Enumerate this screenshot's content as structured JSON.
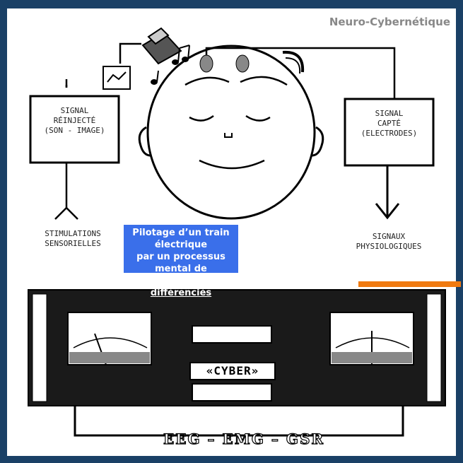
{
  "header": {
    "title": "Neuro-Cybernétique"
  },
  "left_box": {
    "line1": "SIGNAL",
    "line2": "RÉINJECTÉ",
    "line3": "(SON - IMAGE)"
  },
  "right_box": {
    "line1": "SIGNAL",
    "line2": "CAPTÉ",
    "line3": "(ELECTRODES)"
  },
  "left_output": {
    "line1": "STIMULATIONS",
    "line2": "SENSORIELLES"
  },
  "right_output": {
    "line1": "SIGNAUX",
    "line2": "PHYSIOLOGIQUES"
  },
  "banner": {
    "line1": "Pilotage d’un train électrique",
    "line2": "par un processus mental de",
    "line3": "trois ordres différenciés"
  },
  "device": {
    "display": "«CYBER»"
  },
  "device_label": "EEG – EMG – GSR",
  "colors": {
    "background": "#1a4066",
    "banner": "#3a6fea",
    "accent_bar": "#f07a10"
  }
}
